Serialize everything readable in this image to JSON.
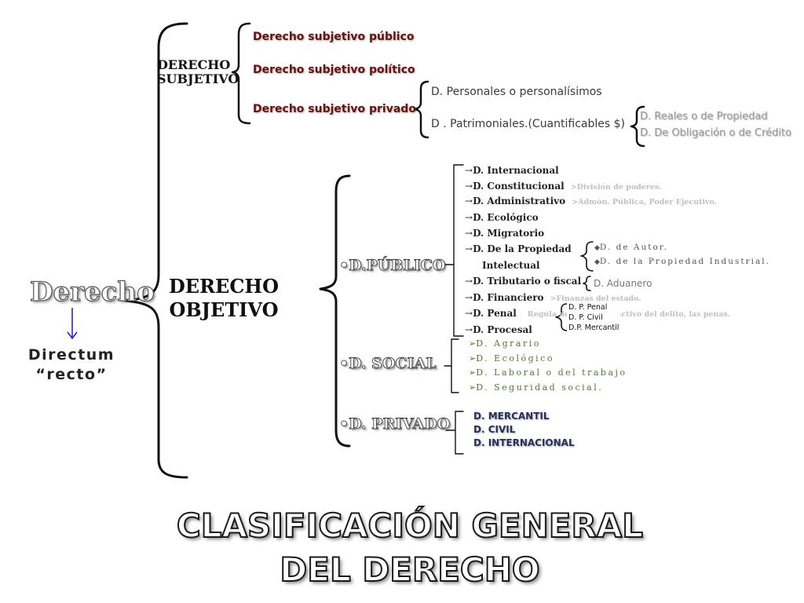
{
  "title_line1": "CLASIFICACIÓN GENERAL",
  "title_line2": "DEL DERECHO",
  "root": {
    "word": "Derecho",
    "etymology_line1": "Directum",
    "etymology_line2": "“recto”"
  },
  "subjetivo": {
    "label_line1": "DERECHO",
    "label_line2": "SUBJETIVO",
    "items": [
      "Derecho subjetivo público",
      "Derecho subjetivo político",
      "Derecho subjetivo privado"
    ],
    "privado_children": [
      "D. Personales o personalísimos",
      "D . Patrimoniales.(Cuantificables $)"
    ],
    "patrimoniales_children": [
      "D. Reales o de Propiedad",
      "D. De Obligación o de Crédito"
    ]
  },
  "objetivo": {
    "label_line1": "DERECHO",
    "label_line2": "OBJETIVO",
    "publico": {
      "label": "•D.PÚBLICO",
      "arrow": "→",
      "items": [
        {
          "label": "D. Internacional",
          "note": ""
        },
        {
          "label": "D. Constitucional",
          "note": ">División de poderes."
        },
        {
          "label": "D. Administrativo",
          "note": ">Admón. Pública, Poder Ejecutivo."
        },
        {
          "label": "D. Ecológico",
          "note": ""
        },
        {
          "label": "D. Migratorio",
          "note": ""
        },
        {
          "label": "D. De la Propiedad",
          "note": ""
        },
        {
          "label": "D. Tributario o fiscal",
          "note": ""
        },
        {
          "label": "D. Financiero",
          "note": ">Finanzas del estado."
        },
        {
          "label": "D. Penal",
          "note": "Regula delito, sujeto activo del delito, las penas."
        },
        {
          "label": "D. Procesal",
          "note": ""
        }
      ],
      "propiedad_line2": "Intelectual",
      "propiedad_children": [
        "D. de Autor.",
        "D. de la Propiedad Industrial."
      ],
      "tributario_child": "D. Aduanero",
      "procesal_children": [
        "D. P. Penal",
        "D. P. Civil",
        "D.P. Mercantil"
      ]
    },
    "social": {
      "label": "•D. SOCIAL",
      "check": "➢",
      "items": [
        "D. Agrario",
        "D. Ecológico",
        "D. Laboral o del trabajo",
        "D. Seguridad social."
      ]
    },
    "privado": {
      "label": "•D. PRIVADO",
      "items": [
        "D. MERCANTIL",
        "D. CIVIL",
        "D. INTERNACIONAL"
      ]
    }
  }
}
